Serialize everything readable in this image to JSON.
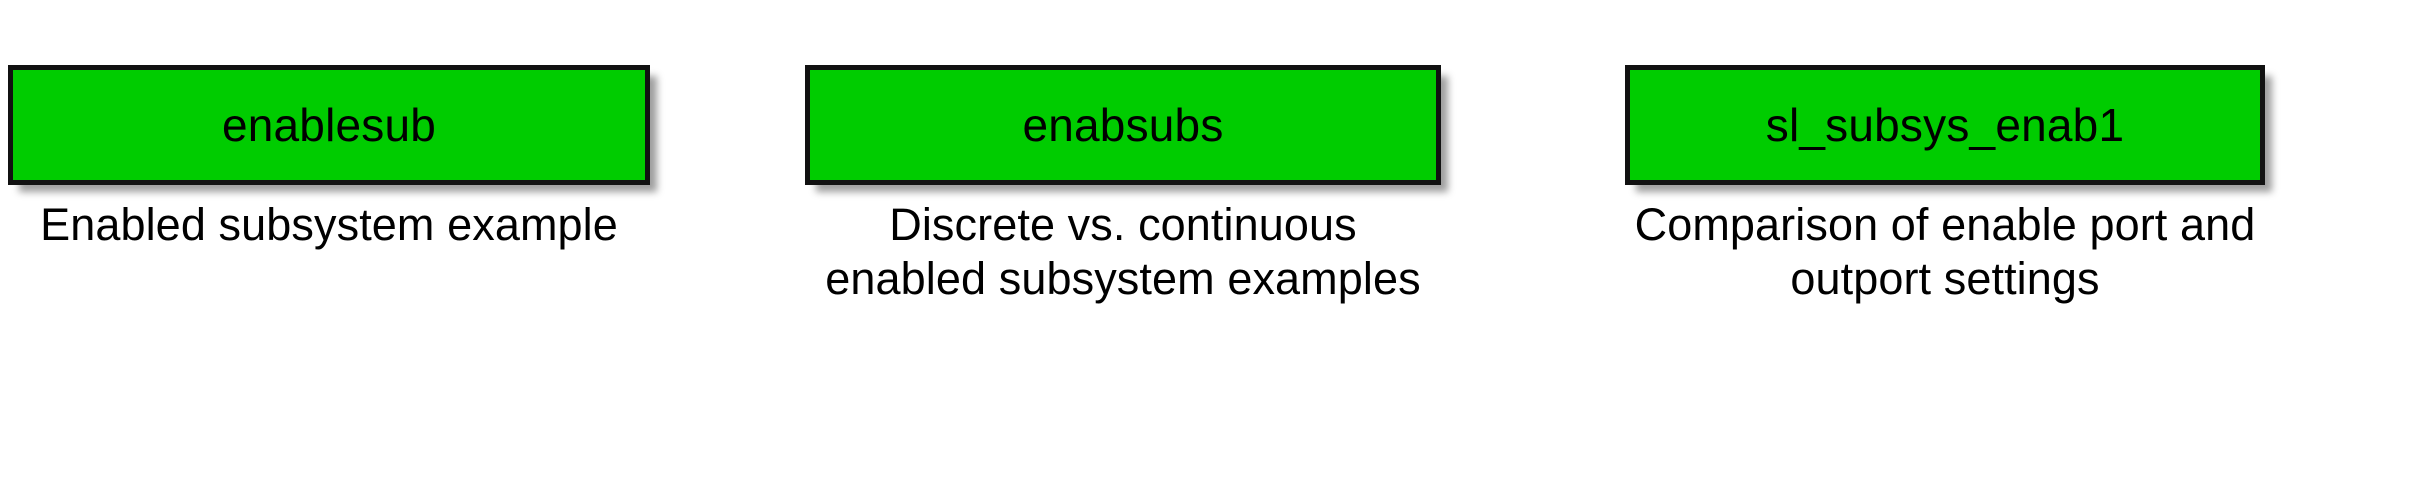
{
  "page": {
    "background_color": "#ffffff",
    "block_fill_color": "#00cc00",
    "block_border_color": "#111111",
    "text_color": "#000000"
  },
  "examples": [
    {
      "block_label": "enablesub",
      "caption": "Enabled subsystem example"
    },
    {
      "block_label": "enabsubs",
      "caption": "Discrete vs. continuous enabled subsystem examples"
    },
    {
      "block_label": "sl_subsys_enab1",
      "caption": "Comparison of enable port and outport settings"
    }
  ]
}
